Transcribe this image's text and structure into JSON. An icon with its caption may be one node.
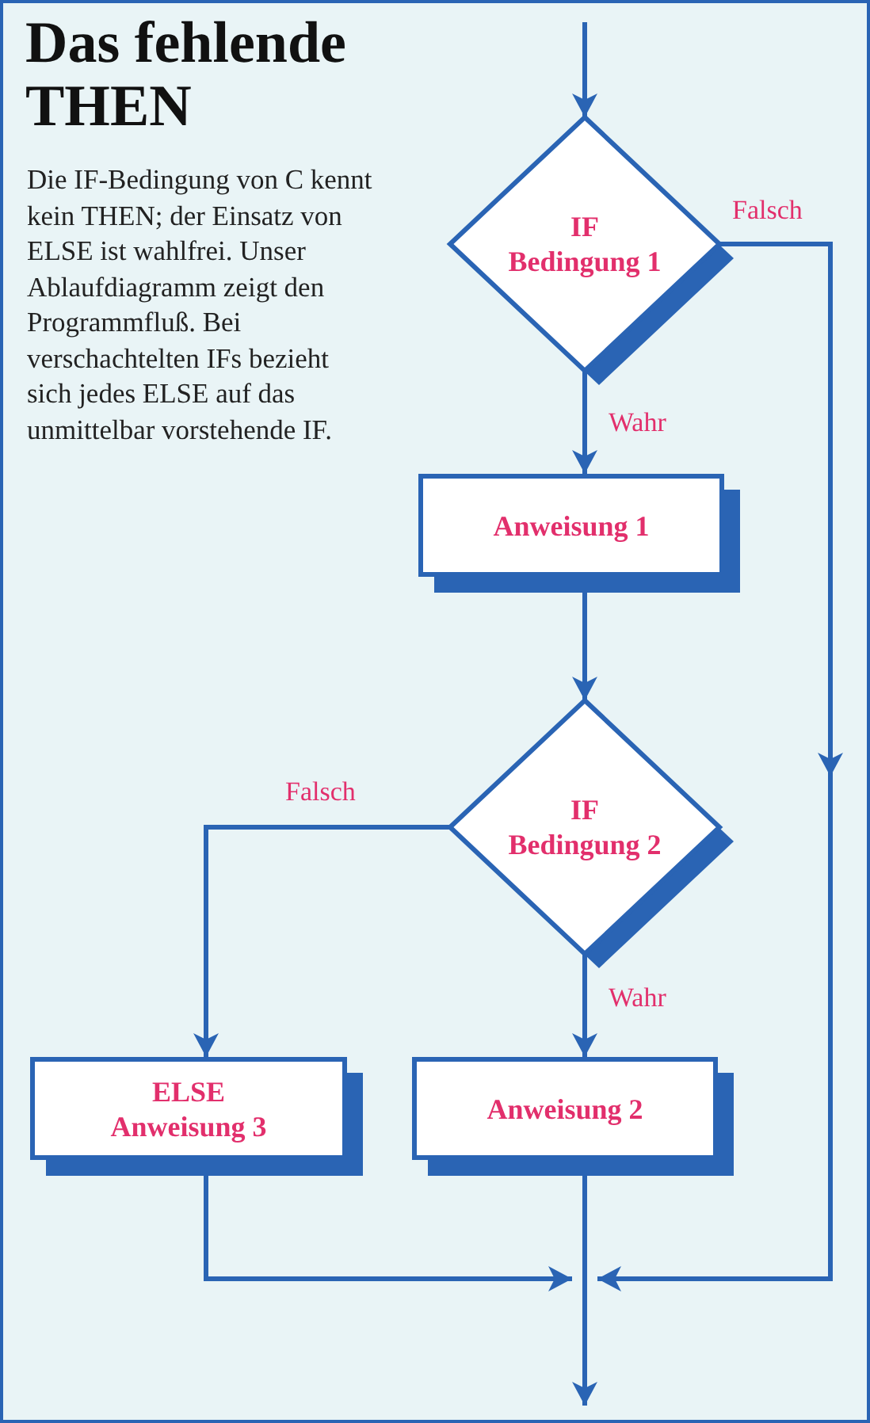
{
  "diagram": {
    "title": "Das fehlende THEN",
    "caption": "Die IF-Bedingung von C kennt kein THEN; der Einsatz von ELSE ist wahlfrei. Unser Ablaufdiagramm zeigt den Programmfluß. Bei verschachtelten IFs bezieht sich jedes ELSE auf das unmittelbar vorstehende IF.",
    "nodes": [
      {
        "text": [
          "IF Bedingung 1"
        ]
      },
      {
        "text": [
          "Anweisung 1"
        ]
      },
      {
        "text": [
          "IF Bedingung 2"
        ]
      },
      {
        "text": [
          "ELSE Anweisung 3"
        ]
      },
      {
        "text": [
          "Anweisung 2"
        ]
      }
    ],
    "edges": [
      {
        "from": null,
        "to": 0,
        "arrow": "to"
      },
      {
        "from": 0,
        "to": 1,
        "arrow": "to",
        "label": "Wahr"
      },
      {
        "from": 0,
        "to": null,
        "arrow": "to",
        "label": "Falsch"
      },
      {
        "from": 1,
        "to": 2,
        "arrow": "to"
      },
      {
        "from": 2,
        "to": 3,
        "arrow": "to",
        "label": "Falsch"
      },
      {
        "from": 2,
        "to": 4,
        "arrow": "to",
        "label": "Wahr"
      },
      {
        "from": 3,
        "to": null,
        "arrow": "to"
      },
      {
        "from": 4,
        "to": null,
        "arrow": "to"
      }
    ]
  }
}
